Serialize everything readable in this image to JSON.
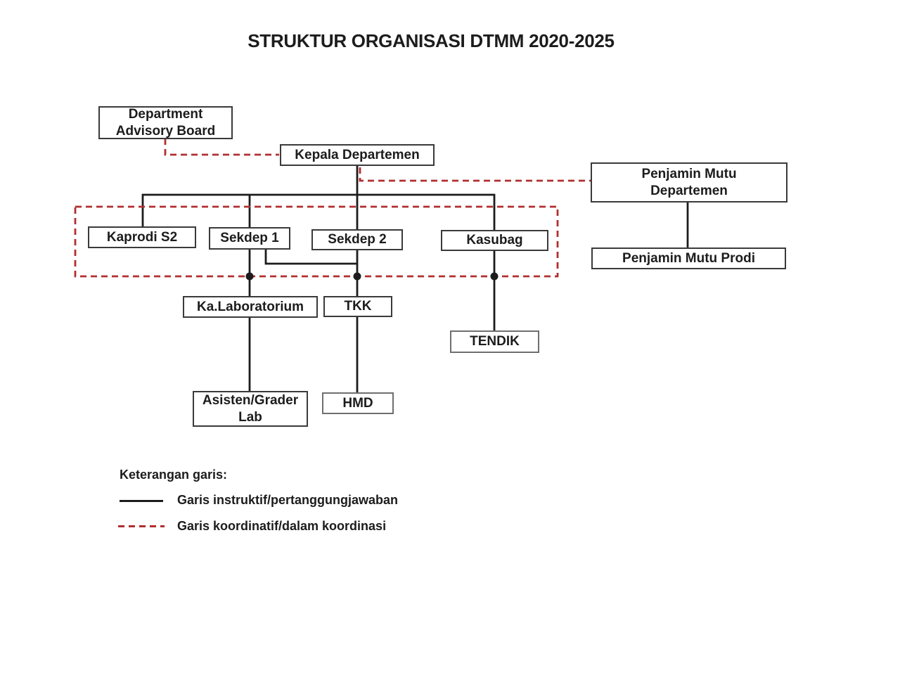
{
  "title": "STRUKTUR ORGANISASI DTMM 2020-2025",
  "colors": {
    "background": "#ffffff",
    "instructive_line": "#1c1c1c",
    "coordinative_line": "#b12f2f",
    "box_border": "#3a3a3a",
    "text": "#1c1c1c"
  },
  "nodes": {
    "advisory": {
      "lines": [
        "Department",
        "Advisory Board"
      ]
    },
    "kepala": {
      "label": "Kepala Departemen"
    },
    "pm_departemen": {
      "lines": [
        "Penjamin Mutu",
        "Departemen"
      ]
    },
    "pm_prodi": {
      "label": "Penjamin Mutu Prodi"
    },
    "kaprodi_s2": {
      "label": "Kaprodi S2"
    },
    "sekdep1": {
      "label": "Sekdep 1"
    },
    "sekdep2": {
      "label": "Sekdep 2"
    },
    "kasubag": {
      "label": "Kasubag"
    },
    "ka_lab": {
      "label": "Ka.Laboratorium"
    },
    "tkk": {
      "label": "TKK"
    },
    "tendik": {
      "label": "TENDIK"
    },
    "asisten": {
      "lines": [
        "Asisten/Grader",
        "Lab"
      ]
    },
    "hmd": {
      "label": "HMD"
    }
  },
  "edges": [
    {
      "from": "Department Advisory Board",
      "to": "Kepala Departemen",
      "type": "koordinatif"
    },
    {
      "from": "Kepala Departemen",
      "to": "Penjamin Mutu Departemen",
      "type": "koordinatif"
    },
    {
      "from": "Penjamin Mutu Departemen",
      "to": "Penjamin Mutu Prodi",
      "type": "instruktif"
    },
    {
      "from": "Kepala Departemen",
      "to": "Kaprodi S2",
      "type": "instruktif"
    },
    {
      "from": "Kepala Departemen",
      "to": "Sekdep 1",
      "type": "instruktif"
    },
    {
      "from": "Kepala Departemen",
      "to": "Sekdep 2",
      "type": "instruktif"
    },
    {
      "from": "Kepala Departemen",
      "to": "Kasubag",
      "type": "instruktif"
    },
    {
      "from": "Sekdep 1",
      "to": "Sekdep 2",
      "type": "instruktif"
    },
    {
      "from": "Sekdep 1",
      "to": "Ka.Laboratorium",
      "type": "instruktif"
    },
    {
      "from": "Ka.Laboratorium",
      "to": "Asisten/Grader Lab",
      "type": "instruktif"
    },
    {
      "from": "Sekdep 2",
      "to": "TKK",
      "type": "instruktif"
    },
    {
      "from": "TKK",
      "to": "HMD",
      "type": "instruktif"
    },
    {
      "from": "Kasubag",
      "to": "TENDIK",
      "type": "instruktif"
    }
  ],
  "coordination_group": [
    "Kaprodi S2",
    "Sekdep 1",
    "Sekdep 2",
    "Kasubag"
  ],
  "legend": {
    "heading": "Keterangan garis:",
    "items": [
      {
        "style": "solid",
        "label": "Garis instruktif/pertanggungjawaban"
      },
      {
        "style": "dashed",
        "label": "Garis koordinatif/dalam koordinasi"
      }
    ]
  }
}
